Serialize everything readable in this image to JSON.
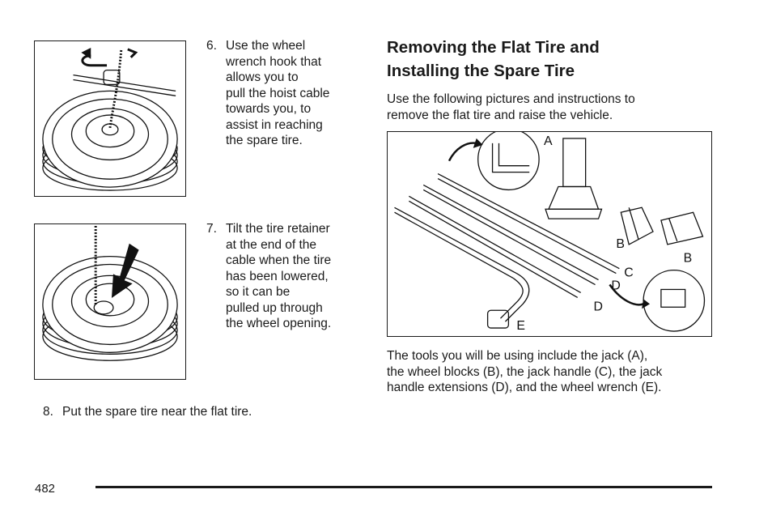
{
  "steps": [
    {
      "number": "6.",
      "text": "Use the wheel\nwrench hook that\nallows you to\npull the hoist cable\ntowards you, to\nassist in reaching\nthe spare tire."
    },
    {
      "number": "7.",
      "text": "Tilt the tire retainer\nat the end of the\ncable when the tire\nhas been lowered,\nso it can be\npulled up through\nthe wheel opening."
    },
    {
      "number": "8.",
      "text": "Put the spare tire near the flat tire."
    }
  ],
  "section": {
    "title": "Removing the Flat Tire and\nInstalling the Spare Tire",
    "intro": "Use the following pictures and instructions to\nremove the flat tire and raise the vehicle.",
    "tools_text": "The tools you will be using include the jack (A),\nthe wheel blocks (B), the jack handle (C), the jack\nhandle extensions (D), and the wheel wrench (E)."
  },
  "tool_labels": {
    "a": "A",
    "b1": "B",
    "b2": "B",
    "c": "C",
    "d1": "D",
    "d2": "D",
    "e": "E"
  },
  "page_number": "482"
}
